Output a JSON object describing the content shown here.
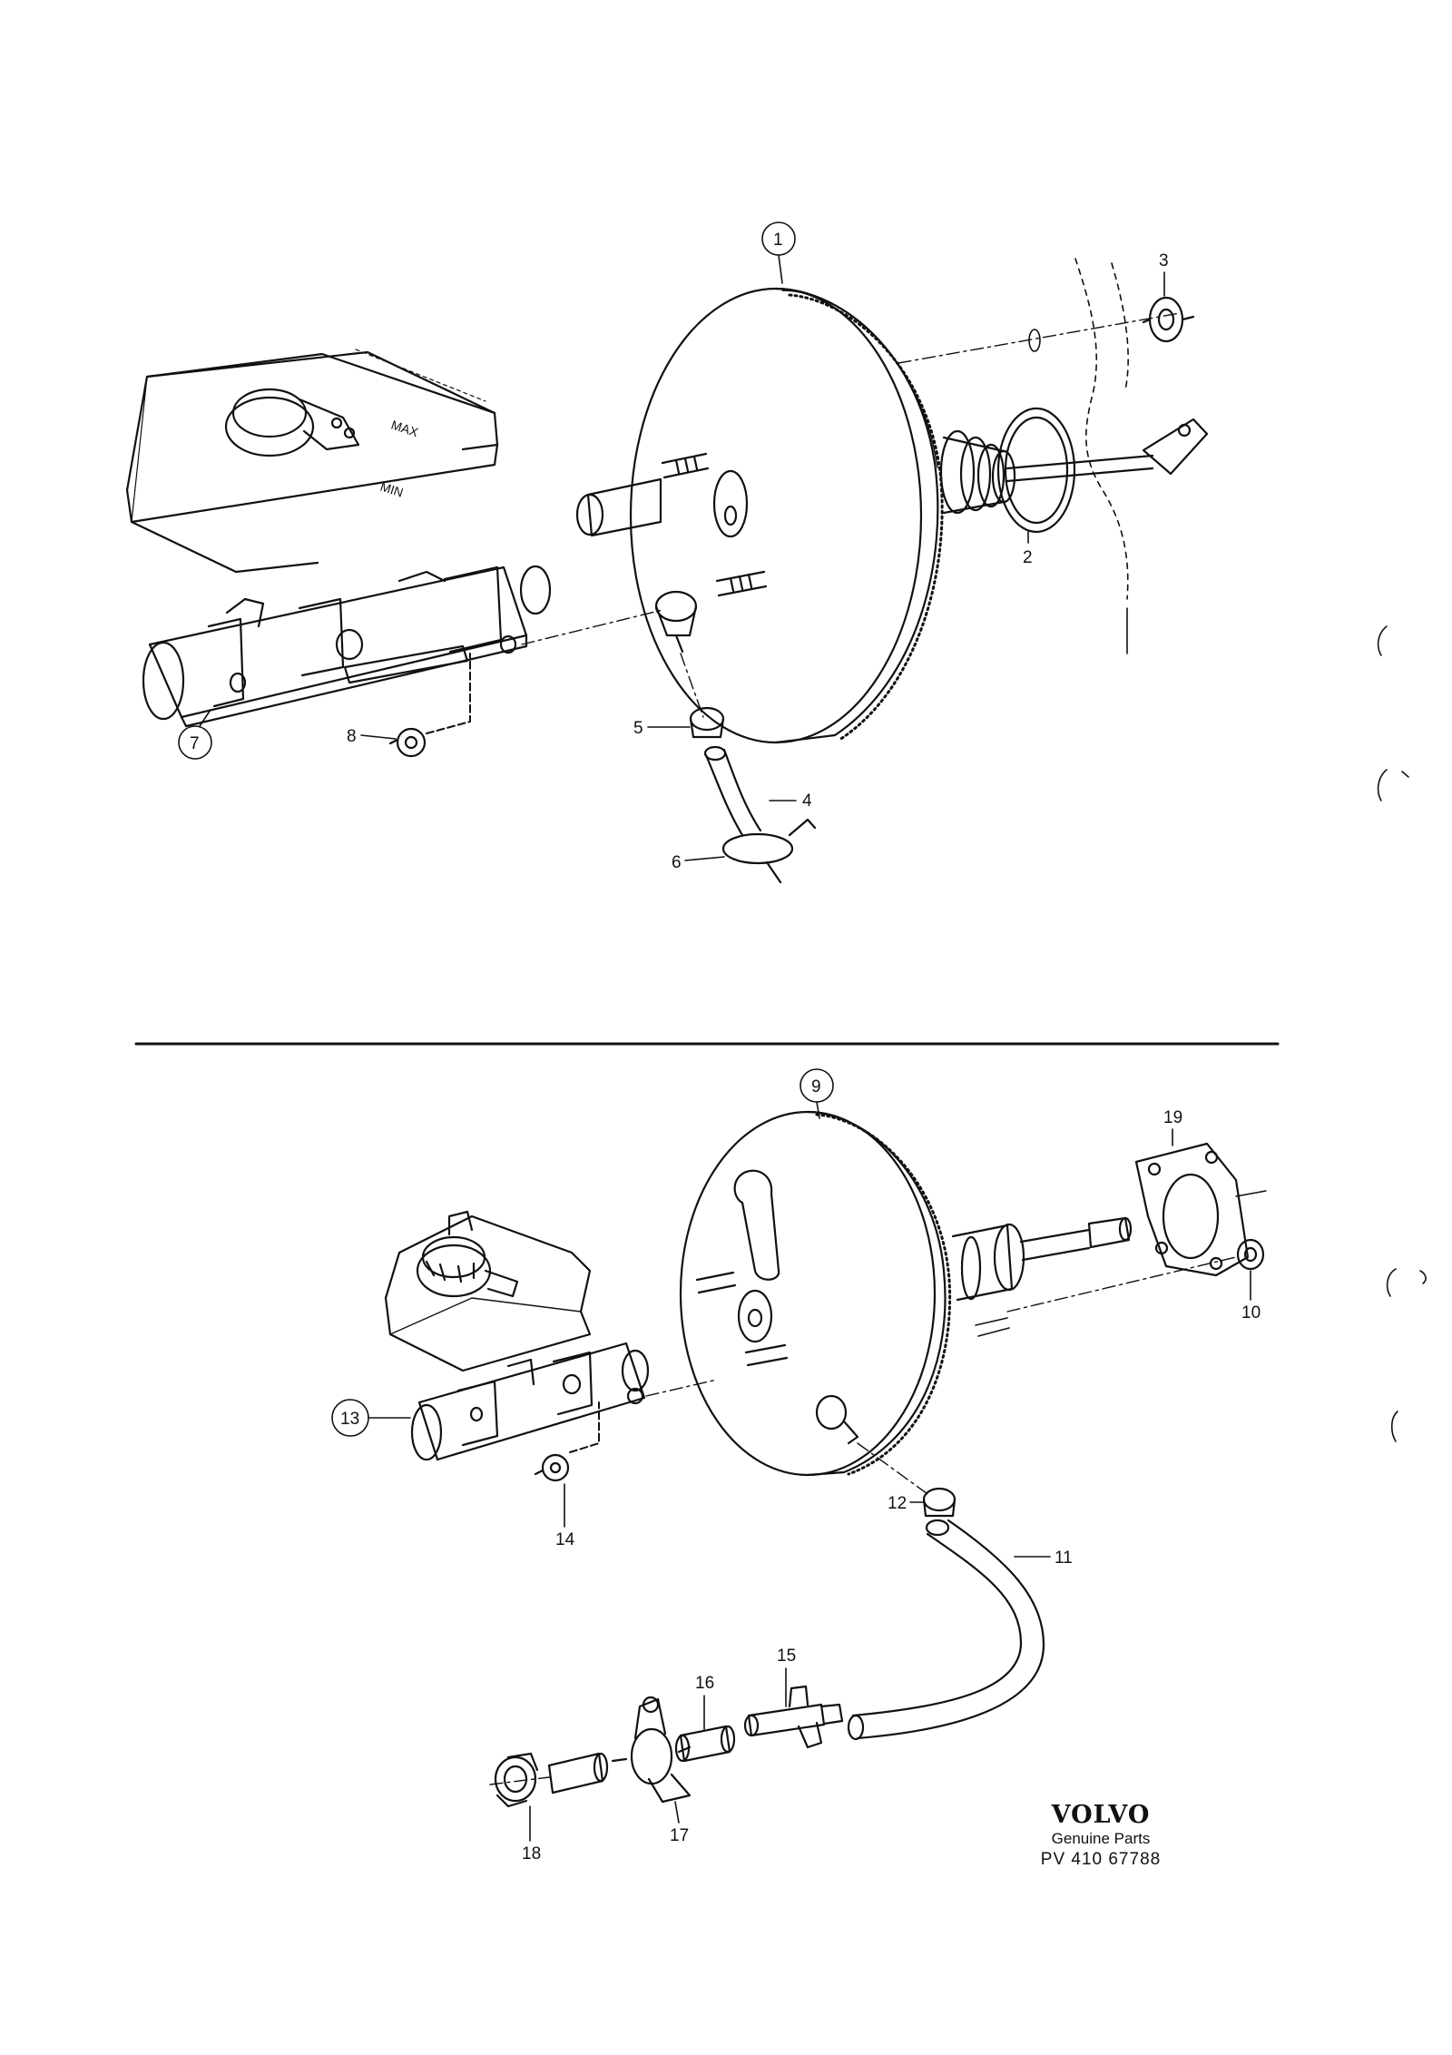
{
  "parts": {
    "p1": "1",
    "p2": "2",
    "p3": "3",
    "p4": "4",
    "p5": "5",
    "p6": "6",
    "p7": "7",
    "p8": "8",
    "p9": "9",
    "p10": "10",
    "p11": "11",
    "p12": "12",
    "p13": "13",
    "p14": "14",
    "p15": "15",
    "p16": "16",
    "p17": "17",
    "p18": "18",
    "p19": "19"
  },
  "reservoir_marks": {
    "max": "MAX",
    "min": "MIN"
  },
  "brand": {
    "logo": "VOLVO",
    "subtitle": "Genuine Parts",
    "code": "PV 410 67788"
  }
}
